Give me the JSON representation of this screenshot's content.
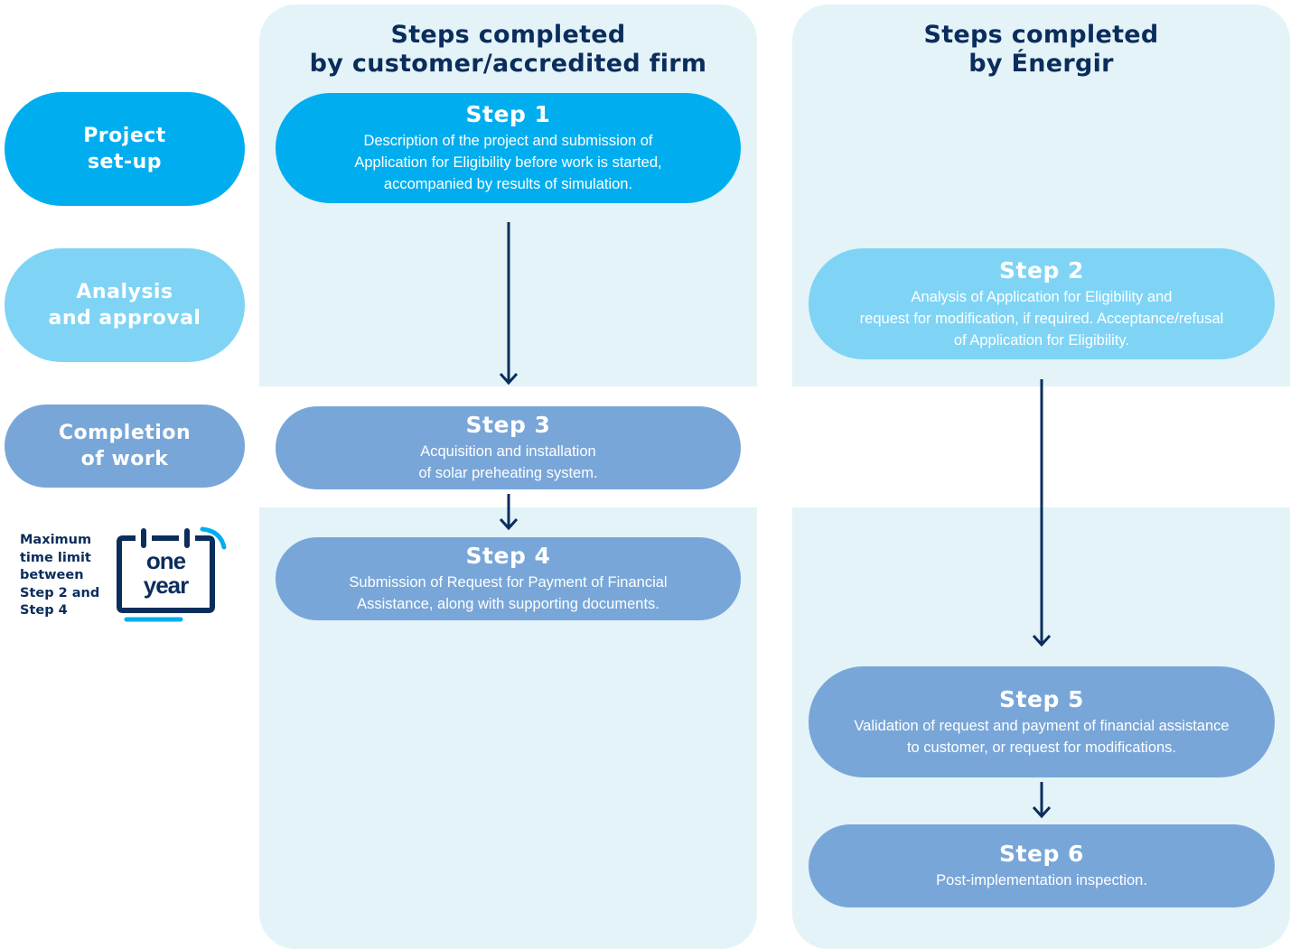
{
  "columns": {
    "customer_header": "Steps completed\nby customer/accredited firm",
    "energir_header": "Steps completed\nby Énergir"
  },
  "phases": [
    {
      "label": "Project\nset-up"
    },
    {
      "label": "Analysis\nand approval"
    },
    {
      "label": "Completion\nof work"
    }
  ],
  "steps": [
    {
      "title": "Step 1",
      "text": "Description of the project and submission of\nApplication for Eligibility before work is started,\naccompanied by results of simulation."
    },
    {
      "title": "Step 2",
      "text": "Analysis of Application for Eligibility and\nrequest for modification, if required. Acceptance/refusal\nof Application for Eligibility."
    },
    {
      "title": "Step 3",
      "text": "Acquisition and installation\nof solar preheating system."
    },
    {
      "title": "Step 4",
      "text": "Submission of Request for Payment of Financial\nAssistance, along with supporting documents."
    },
    {
      "title": "Step 5",
      "text": "Validation of request and payment of financial assistance\nto customer, or request for modifications."
    },
    {
      "title": "Step 6",
      "text": "Post-implementation inspection."
    }
  ],
  "time_limit": {
    "text": "Maximum\ntime limit\nbetween\nStep 2 and\nStep 4",
    "icon_line1": "one",
    "icon_line2": "year"
  },
  "colors": {
    "navy": "#0b2d5c",
    "step_dark": "#00aeef",
    "step_light": "#7fd4f5",
    "step_mid": "#78a6d8",
    "column_bg": "#e3f3f8"
  }
}
